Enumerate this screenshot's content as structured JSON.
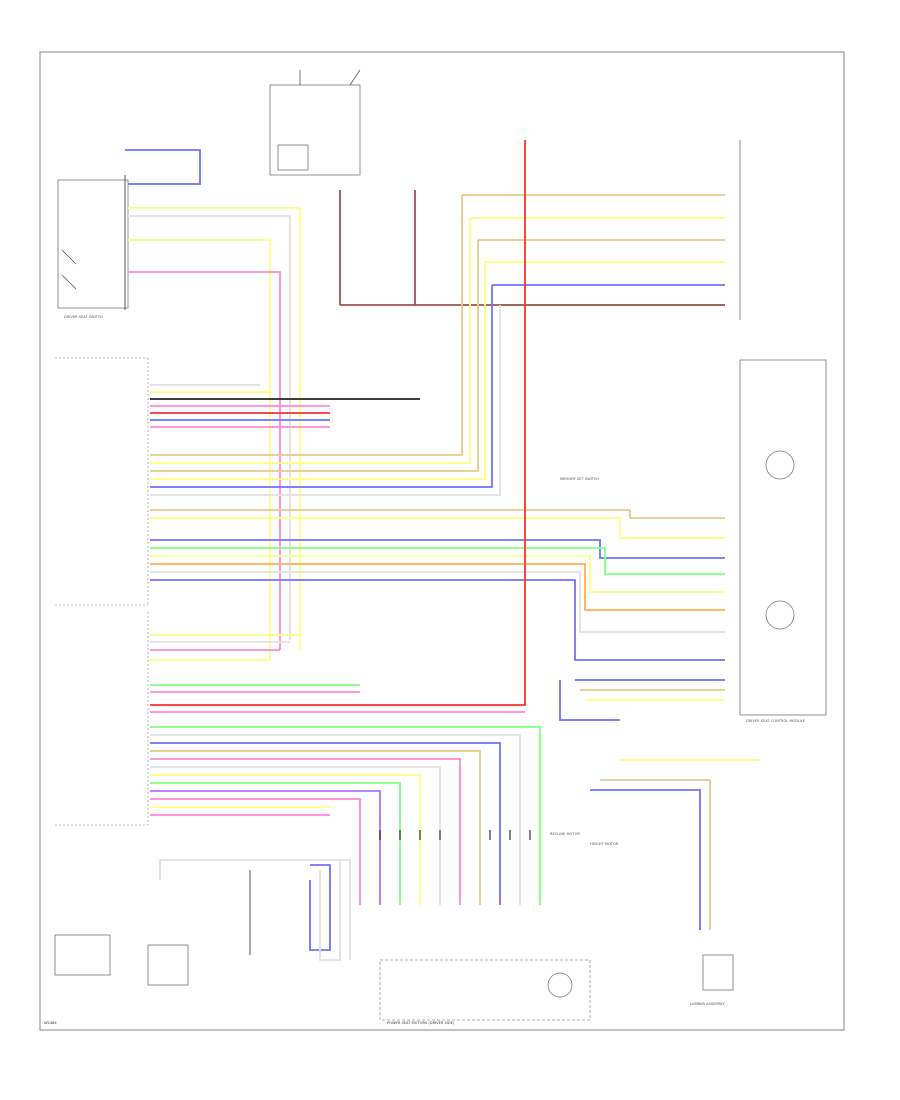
{
  "labels": {
    "seat_switch": "DRIVER SEAT SWITCH",
    "module_title": "DRIVER SEAT CONTROL MODULE",
    "bottom_caption": "POWER SEAT MOTORS (DRIVER SIDE)",
    "corner_code": "W2484",
    "memory_switch": "MEMORY SET SWITCH",
    "lumbar_assembly": "LUMBAR ASSEMBLY",
    "recline_motor": "RECLINE MOTOR",
    "height_motor": "HEIGHT MOTOR"
  },
  "colors": {
    "frame": "#999999",
    "lead": "#222222",
    "white": "#e0e0e0",
    "yellow": "#ffff80",
    "pink": "#ff8ad0",
    "tan": "#e6c98a",
    "green": "#80ff80",
    "blue": "#7070ff",
    "violet": "#b070ff",
    "red": "#ff3030",
    "gray": "#888888",
    "brown": "#a05050",
    "orange": "#ffb050"
  }
}
